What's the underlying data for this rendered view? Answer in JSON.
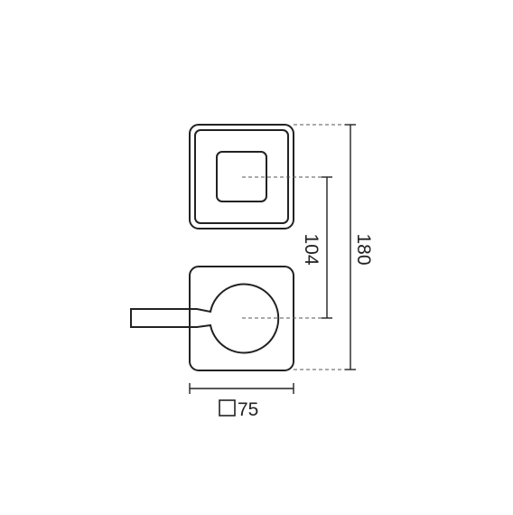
{
  "dimensions": {
    "width_label": "75",
    "width_prefix_symbol": "square",
    "inner_height_label": "104",
    "total_height_label": "180"
  },
  "colors": {
    "line": "#222222",
    "dashed": "#555555",
    "background": "#ffffff"
  }
}
